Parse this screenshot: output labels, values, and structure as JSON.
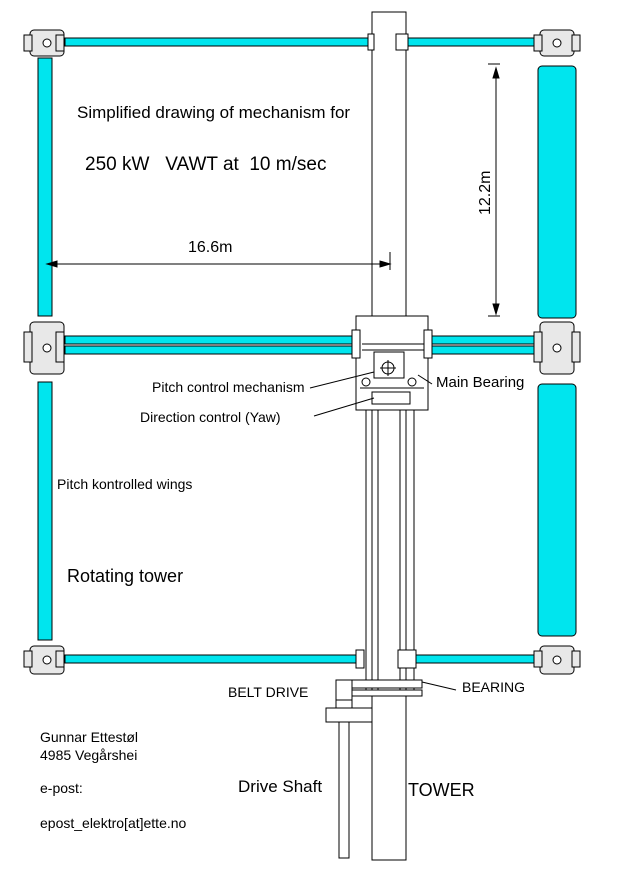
{
  "title_line1": "Simplified drawing of mechanism for",
  "title_line2": "250 kW   VAWT at  10 m/sec",
  "dim_horizontal": "16.6m",
  "dim_vertical": "12.2m",
  "labels": {
    "pitch_control": "Pitch control mechanism",
    "direction_control": "Direction control (Yaw)",
    "main_bearing": "Main Bearing",
    "pitch_wings": "Pitch kontrolled wings",
    "rotating_tower": "Rotating tower",
    "belt_drive": "BELT DRIVE",
    "bearing": "BEARING",
    "drive_shaft": "Drive Shaft",
    "tower": "TOWER"
  },
  "author": {
    "name": "Gunnar Ettestøl",
    "address": "4985 Vegårshei",
    "email_label": "e-post:",
    "email": "epost_elektro[at]ette.no"
  },
  "colors": {
    "cyan": "#00e5ee",
    "main_bearing_text": "#cc0000",
    "drive_shaft_text": "#e000e0"
  }
}
